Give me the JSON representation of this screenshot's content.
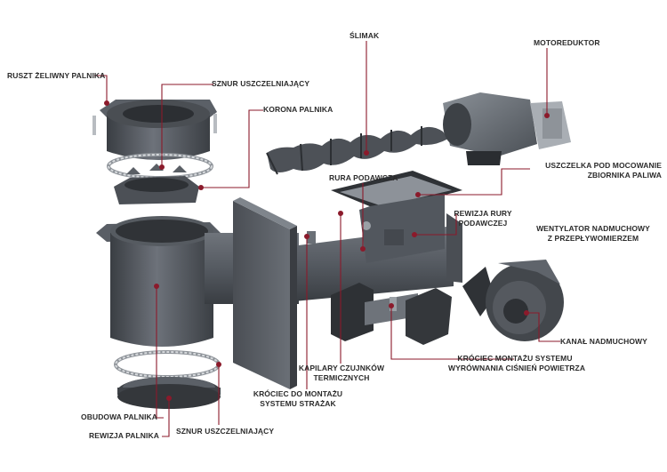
{
  "colors": {
    "leader": "#8b1a2b",
    "metal_dark": "#3e4247",
    "metal_mid": "#5a5f66",
    "metal_light": "#7c828a",
    "text": "#2b2b2b"
  },
  "labels": {
    "slimak": "ŚLIMAK",
    "motoreduktor": "MOTOREDUKTOR",
    "ruszt": "RUSZT ŻELIWNY PALNIKA",
    "sznur_top": "SZNUR USZCZELNIAJĄCY",
    "korona": "KORONA PALNIKA",
    "uszczelka_l1": "USZCZELKA POD MOCOWANIE",
    "uszczelka_l2": "ZBIORNIKA PALIWA",
    "rura": "RURA PODAWCZA",
    "rewizja_rury_l1": "REWIZJA RURY",
    "rewizja_rury_l2": "PODAWCZEJ",
    "wentylator_l1": "WENTYLATOR NADMUCHOWY",
    "wentylator_l2": "Z PRZEPŁYWOMIERZEM",
    "kanal": "KANAŁ NADMUCHOWY",
    "krociec_sys_l1": "KRÓCIEC MONTAŻU SYSTEMU",
    "krociec_sys_l2": "WYRÓWNANIA CIŚNIEŃ POWIETRZA",
    "kapilary_l1": "KAPILARY CZUJNKÓW",
    "kapilary_l2": "TERMICZNYCH",
    "krociec_straz_l1": "KRÓCIEC DO MONTAŻU",
    "krociec_straz_l2": "SYSTEMU STRAŻAK",
    "obudowa": "OBUDOWA PALNIKA",
    "rewizja_palnika": "REWIZJA PALNIKA",
    "sznur_bottom": "SZNUR USZCZELNIAJĄCY"
  }
}
